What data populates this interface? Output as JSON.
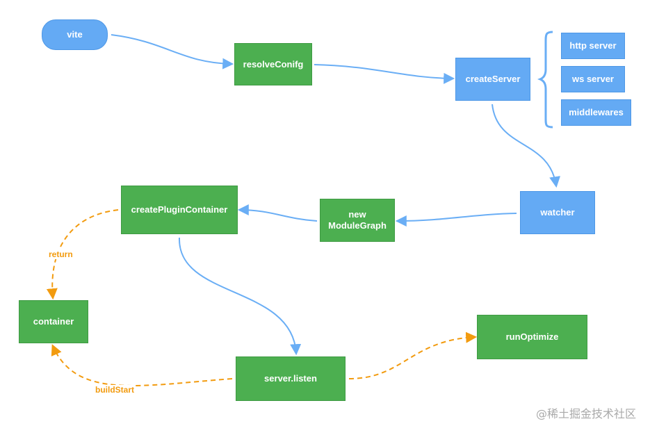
{
  "nodes": {
    "vite": "vite",
    "resolve_config": "resolveConifg",
    "create_server": "createServer",
    "http_server": "http server",
    "ws_server": "ws server",
    "middlewares": "middlewares",
    "watcher": "watcher",
    "new_module_graph": "new\nModuleGraph",
    "create_plugin_container": "createPluginContainer",
    "container": "container",
    "server_listen": "server.listen",
    "run_optimize": "runOptimize"
  },
  "edge_labels": {
    "return": "return",
    "build_start": "buildStart"
  },
  "watermark": "@稀土掘金技术社区",
  "colors": {
    "green": "#4caf50",
    "blue": "#64aaf4",
    "solid_edge": "#6aaef5",
    "dashed_edge": "#f29b0f"
  }
}
